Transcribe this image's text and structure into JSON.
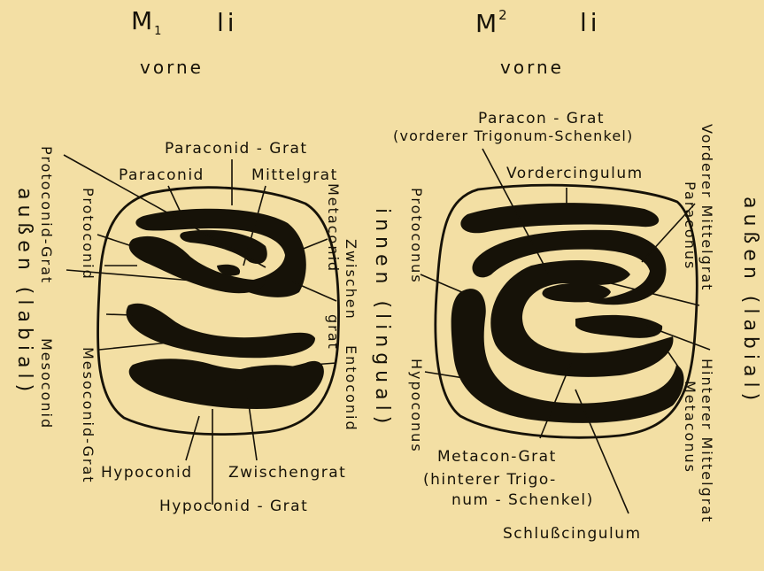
{
  "left": {
    "heading_main": "M",
    "heading_sub": "1",
    "heading_li": "li",
    "orientation": "vorne",
    "labels": {
      "paraconid_grat": "Paraconid - Grat",
      "paraconid": "Paraconid",
      "mittelgrat": "Mittelgrat",
      "hypoconid": "Hypoconid",
      "zwischengrat": "Zwischengrat",
      "hypoconid_grat": "Hypoconid - Grat"
    },
    "vertical_labels": {
      "protoconid_grat": "Protoconid-Grat",
      "aussen_labial": "außen (labial)",
      "protoconid": "Protoconid",
      "mesoconid": "Mesoconid",
      "mesoconid_grat": "Mesoconid-Grat",
      "metaconid": "Metaconid",
      "zwischen": "Zwischen",
      "grat": "grat",
      "entoconid": "Entoconid",
      "innen_lingual": "innen (lingual)"
    }
  },
  "right": {
    "heading_main": "M",
    "heading_sup": "2",
    "heading_li": "li",
    "orientation": "vorne",
    "labels": {
      "paracon_grat": "Paracon - Grat",
      "vorderer_schenkel": "(vorderer Trigonum-Schenkel)",
      "vordercingulum": "Vordercingulum",
      "metacon_grat": "Metacon-Grat",
      "hinterer_line1": "(hinterer Trigo-",
      "hinterer_line2": "num - Schenkel)",
      "schlusscingulum": "Schlußcingulum"
    },
    "vertical_labels": {
      "protoconus": "Protoconus",
      "hypoconus": "Hypoconus",
      "vorderer_mittelgrat": "Vorderer Mittelgrat",
      "paraconus": "Paraconus",
      "aussen_labial": "außen (labial)",
      "hinterer_mittelgrat": "Hinterer Mittelgrat",
      "metaconus": "Metaconus"
    }
  },
  "colors": {
    "background": "#f3dfa4",
    "ink": "#161208"
  }
}
